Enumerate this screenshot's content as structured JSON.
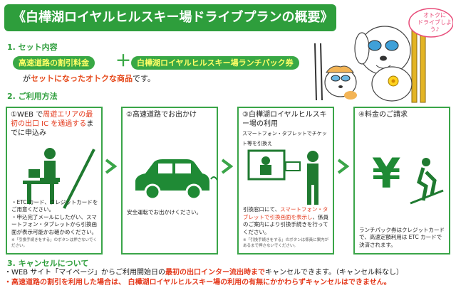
{
  "title": "《白樺湖ロイヤルヒルスキー場ドライブプランの概要》",
  "mascot_bubble": "オトクに\nドライブしよう♪",
  "section1": {
    "heading": "1. セット内容",
    "pill_left": "高速道路の割引料金",
    "plus": "＋",
    "pill_right": "白樺湖ロイヤルヒルスキー場ランチパック券",
    "desc_a": "が",
    "desc_hl": "セットになったオトクな商品",
    "desc_b": "です。"
  },
  "section2": {
    "heading": "2. ご利用方法",
    "steps": [
      {
        "num": "①",
        "title_a": "WEB で",
        "title_red": "周遊エリアの最初の出口 IC を通過する",
        "title_b": "までに申込み",
        "body": "・ETC カード、クレジットカードをご用意ください。\n・申込完了メールにしたがい、スマートフォン・タブレットから引換画面が表示可能かお確かめください。",
        "note": "※「引換手続きをする」のボタンは押さないでください。"
      },
      {
        "num": "②",
        "title_a": "高速道路でお出かけ",
        "body": "安全運転でお出かけください。"
      },
      {
        "num": "③",
        "title_a": "白樺湖ロイヤルヒルスキー場の利用",
        "title_b": "スマートフォン・タブレットでチケット等を引換え",
        "body_a": "引換窓口にて、",
        "body_red": "スマートフォン・タブレットで引換画面を表示し",
        "body_b": "、係員のご案内により引換手続きを行ってください。",
        "note": "※「引換手続きをする」のボタンは係員に案内があるまで押さないでください。"
      },
      {
        "num": "④",
        "title_a": "料金のご請求",
        "body": "ランチパック券はクレジットカードで、高速定額利用は ETC カードで決済されます。"
      }
    ]
  },
  "section3": {
    "heading": "3. キャンセルについて",
    "line1_a": "・WEB サイト「マイページ」からご利用開始日の",
    "line1_red": "最初の出口インター流出時まで",
    "line1_b": "キャンセルできます。（キャンセル料なし）",
    "line2": "・高速道路の割引を利用した場合は、 白樺湖ロイヤルヒルスキー場の利用の有無にかかわらずキャンセルはできません。"
  },
  "colors": {
    "green": "#2e9e3c",
    "red": "#e43a1d",
    "orange": "#e64c1e",
    "yellow": "#ffff66"
  }
}
